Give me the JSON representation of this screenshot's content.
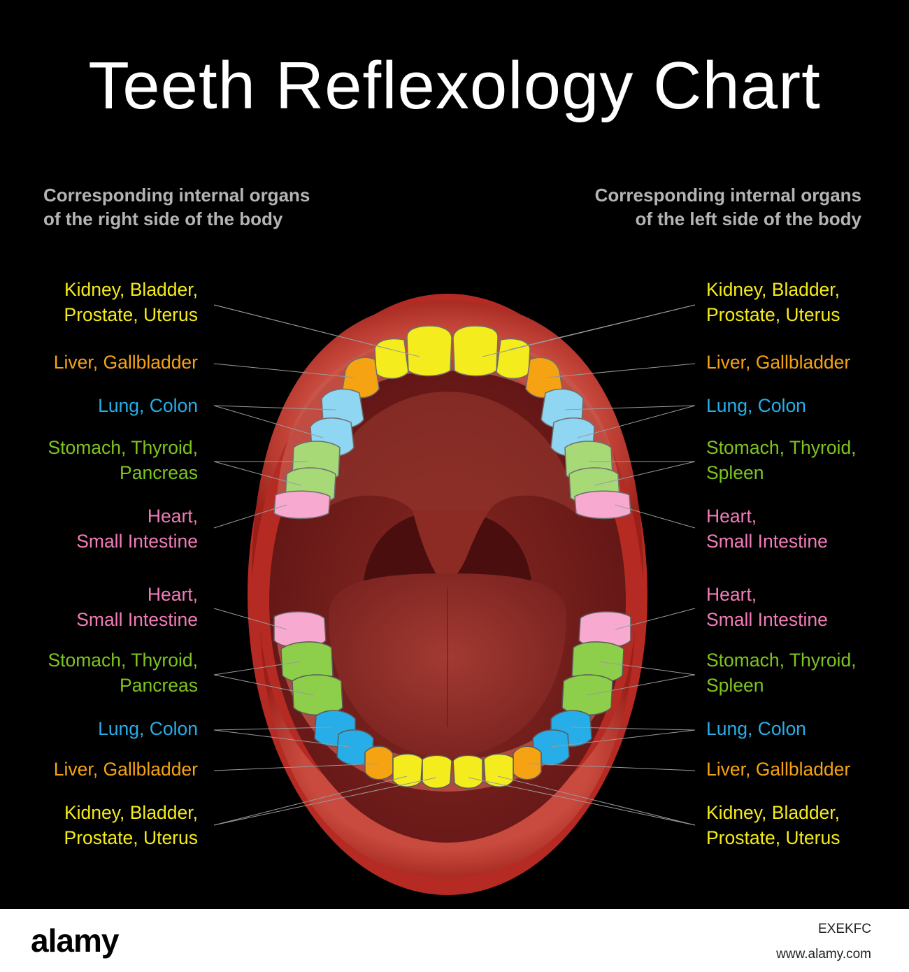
{
  "title": "Teeth Reflexology Chart",
  "headings": {
    "right_side": [
      "Corresponding internal organs",
      "of the right side of the body"
    ],
    "left_side": [
      "Corresponding internal organs",
      "of the left side of the body"
    ]
  },
  "colors": {
    "background": "#000000",
    "kidney": "#f4ec1c",
    "liver": "#f6a313",
    "lung": "#27aee8",
    "stomach": "#7ec41f",
    "heart": "#f17cb8",
    "heading": "#b4b4b4",
    "lips": "#b52a22",
    "mouth_interior": "#6c1717"
  },
  "labels": {
    "right": [
      {
        "lines": [
          "Kidney, Bladder,",
          "Prostate, Uterus"
        ],
        "color": "#f4ec1c"
      },
      {
        "lines": [
          "Liver, Gallbladder"
        ],
        "color": "#f6a313"
      },
      {
        "lines": [
          "Lung, Colon"
        ],
        "color": "#27aee8"
      },
      {
        "lines": [
          "Stomach, Thyroid,",
          "Pancreas"
        ],
        "color": "#7ec41f"
      },
      {
        "lines": [
          "Heart,",
          "Small Intestine"
        ],
        "color": "#f17cb8"
      },
      {
        "lines": [
          "Heart,",
          "Small Intestine"
        ],
        "color": "#f17cb8"
      },
      {
        "lines": [
          "Stomach, Thyroid,",
          "Pancreas"
        ],
        "color": "#7ec41f"
      },
      {
        "lines": [
          "Lung, Colon"
        ],
        "color": "#27aee8"
      },
      {
        "lines": [
          "Liver, Gallbladder"
        ],
        "color": "#f6a313"
      },
      {
        "lines": [
          "Kidney, Bladder,",
          "Prostate, Uterus"
        ],
        "color": "#f4ec1c"
      }
    ],
    "left": [
      {
        "lines": [
          "Kidney, Bladder,",
          "Prostate, Uterus"
        ],
        "color": "#f4ec1c"
      },
      {
        "lines": [
          "Liver, Gallbladder"
        ],
        "color": "#f6a313"
      },
      {
        "lines": [
          "Lung, Colon"
        ],
        "color": "#27aee8"
      },
      {
        "lines": [
          "Stomach, Thyroid,",
          "Spleen"
        ],
        "color": "#7ec41f"
      },
      {
        "lines": [
          "Heart,",
          "Small Intestine"
        ],
        "color": "#f17cb8"
      },
      {
        "lines": [
          "Heart,",
          "Small Intestine"
        ],
        "color": "#f17cb8"
      },
      {
        "lines": [
          "Stomach, Thyroid,",
          "Spleen"
        ],
        "color": "#7ec41f"
      },
      {
        "lines": [
          "Lung, Colon"
        ],
        "color": "#27aee8"
      },
      {
        "lines": [
          "Liver, Gallbladder"
        ],
        "color": "#f6a313"
      },
      {
        "lines": [
          "Kidney, Bladder,",
          "Prostate, Uterus"
        ],
        "color": "#f4ec1c"
      }
    ]
  },
  "watermark": {
    "logo": "alamy",
    "image_id": "EXEKFC",
    "url": "www.alamy.com"
  }
}
